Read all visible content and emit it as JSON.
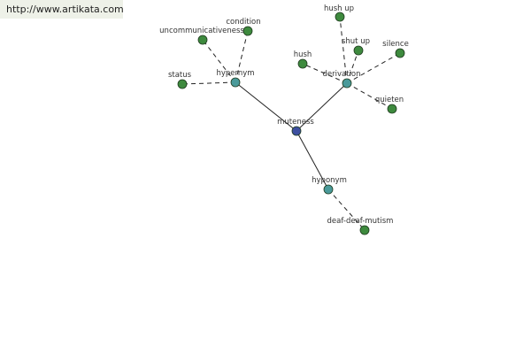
{
  "header": {
    "url_text": "http://www.artikata.com"
  },
  "colors": {
    "root": "#3d4fa0",
    "relation": "#4a9a9a",
    "leaf": "#3e8a3e",
    "edge": "#222222",
    "url_background": "#eef1e8"
  },
  "graph": {
    "root": {
      "id": "muteness",
      "label": "muteness"
    },
    "relations": [
      {
        "id": "hypernym",
        "label": "hypernym",
        "leaves": [
          {
            "id": "uncommunicativeness",
            "label": "uncommunicativeness"
          },
          {
            "id": "condition",
            "label": "condition"
          },
          {
            "id": "status",
            "label": "status"
          }
        ]
      },
      {
        "id": "derivation",
        "label": "derivation",
        "leaves": [
          {
            "id": "hush-up",
            "label": "hush up"
          },
          {
            "id": "shut-up",
            "label": "shut up"
          },
          {
            "id": "hush",
            "label": "hush"
          },
          {
            "id": "silence",
            "label": "silence"
          },
          {
            "id": "quieten",
            "label": "quieten"
          }
        ]
      },
      {
        "id": "hyponym",
        "label": "hyponym",
        "leaves": [
          {
            "id": "deaf-deaf-mutism",
            "label": "deaf-deaf-mutism"
          }
        ]
      }
    ]
  }
}
